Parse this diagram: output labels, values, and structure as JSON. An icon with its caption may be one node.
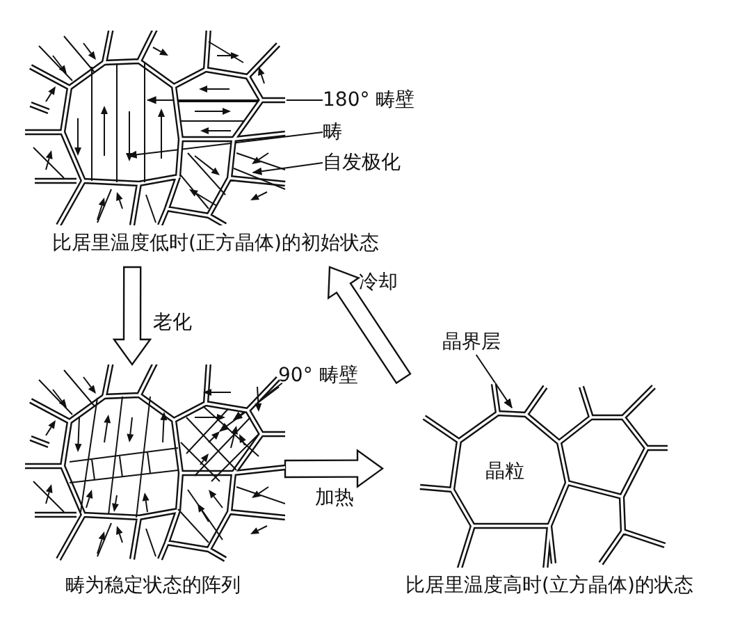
{
  "diagram": {
    "nodes": [
      {
        "text": [],
        "shape": "picture",
        "beside": [
          "比居里温度低时(正方晶体)的初始状态"
        ]
      },
      {
        "text": [
          "180° 畴壁"
        ]
      },
      {
        "text": [
          "畴"
        ]
      },
      {
        "text": [
          "自发极化"
        ]
      },
      {
        "text": [],
        "shape": "picture",
        "beside": [
          "畴为稳定状态的阵列"
        ]
      },
      {
        "text": [
          "90° 畴壁"
        ]
      },
      {
        "text": [],
        "shape": "picture",
        "beside": [
          "比居里温度高时(立方晶体)的状态"
        ]
      },
      {
        "text": [
          "晶界层"
        ]
      },
      {
        "text": [
          "晶粒"
        ],
        "in": 6
      }
    ],
    "edges": [
      {
        "from": 1,
        "to": 0,
        "arrow": "to"
      },
      {
        "from": 2,
        "to": 0,
        "arrow": "to"
      },
      {
        "from": 3,
        "to": 0,
        "arrow": "to"
      },
      {
        "from": 5,
        "to": 4,
        "arrow": "to"
      },
      {
        "from": 5,
        "to": 4,
        "arrow": "to"
      },
      {
        "from": 7,
        "to": 6,
        "arrow": "to"
      },
      {
        "from": 0,
        "to": 4,
        "arrow": "to",
        "label": "老化"
      },
      {
        "from": 4,
        "to": 6,
        "arrow": "to",
        "label": "加热"
      },
      {
        "from": 6,
        "to": 0,
        "arrow": "to",
        "label": "冷却"
      }
    ]
  }
}
